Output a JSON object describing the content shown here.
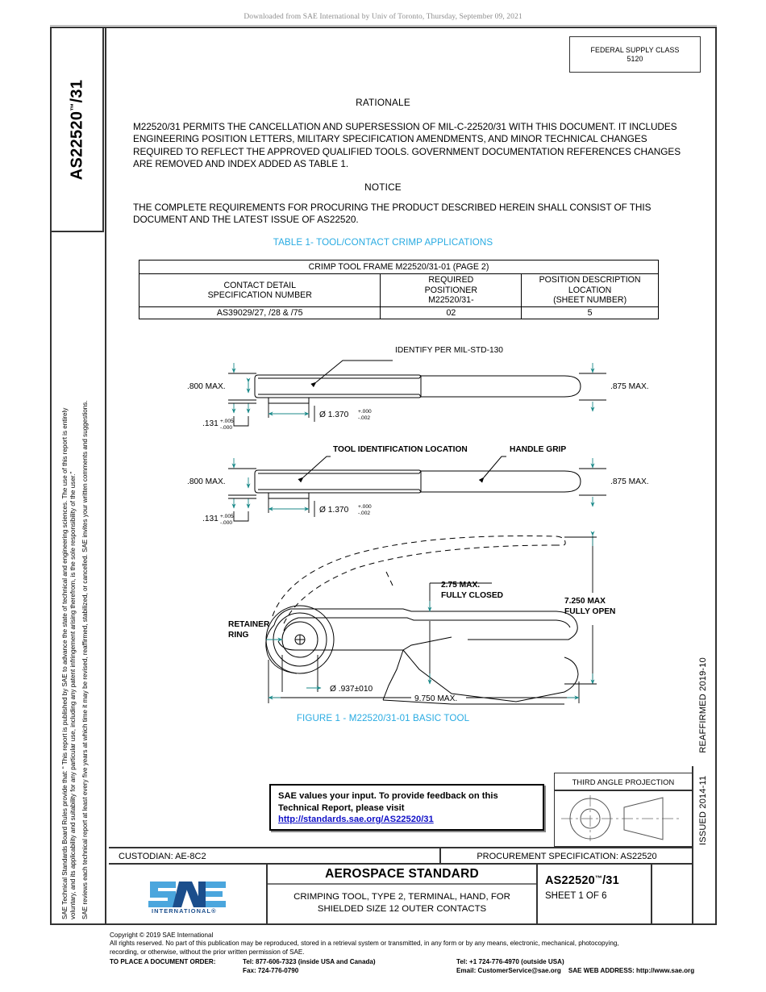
{
  "banner": {
    "text": "Downloaded from SAE International by Univ of Toronto, Thursday, September 09, 2021"
  },
  "sidebar": {
    "doc_code": "AS22520",
    "doc_tm": "™",
    "doc_suffix": "/31",
    "legal_line_1": "SAE Technical Standards Board Rules provide that: “ This report is published by SAE to advance the state of technical and engineering sciences. The use of this report is entirely",
    "legal_line_2": "voluntary, and its applicability and suitability for any particular use, including any patent infringement arising therefrom, is the sole responsibility of the user.”",
    "legal_line_3": "SAE reviews each technical report at least every five years at which time it may be revised, reaffirmed, stabilized, or cancelled. SAE invites your written comments and suggestions."
  },
  "right_rail": {
    "issued": "ISSUED 2014-11",
    "reaffirmed": "REAFFIRMED 2019-10"
  },
  "fsc": {
    "label": "FEDERAL SUPPLY CLASS",
    "value": "5120"
  },
  "body": {
    "rationale_heading": "RATIONALE",
    "rationale_text": "M22520/31 PERMITS THE CANCELLATION AND SUPERSESSION OF MIL-C-22520/31 WITH THIS DOCUMENT. IT INCLUDES ENGINEERING POSITION LETTERS, MILITARY SPECIFICATION AMENDMENTS, AND MINOR TECHNICAL CHANGES REQUIRED TO REFLECT THE APPROVED QUALIFIED TOOLS. GOVERNMENT DOCUMENTATION REFERENCES CHANGES ARE REMOVED AND INDEX ADDED AS TABLE 1.",
    "notice_heading": "NOTICE",
    "notice_text": "THE COMPLETE REQUIREMENTS FOR PROCURING THE PRODUCT DESCRIBED HEREIN SHALL CONSIST OF THIS DOCUMENT AND THE LATEST ISSUE OF AS22520."
  },
  "table": {
    "caption": "TABLE 1- TOOL/CONTACT CRIMP APPLICATIONS",
    "span_header": "CRIMP TOOL FRAME M22520/31-01 (PAGE 2)",
    "headers": [
      "CONTACT DETAIL\nSPECIFICATION NUMBER",
      "REQUIRED\nPOSITIONER\nM22520/31-",
      "POSITION DESCRIPTION\nLOCATION\n(SHEET NUMBER)"
    ],
    "header_c1_l1": "CONTACT DETAIL",
    "header_c1_l2": "SPECIFICATION NUMBER",
    "header_c2_l1": "REQUIRED",
    "header_c2_l2": "POSITIONER",
    "header_c2_l3": "M22520/31-",
    "header_c3_l1": "POSITION DESCRIPTION",
    "header_c3_l2": "LOCATION",
    "header_c3_l3": "(SHEET NUMBER)",
    "rows": [
      {
        "contact": "AS39029/27, /28 & /75",
        "positioner": "02",
        "location": "5"
      }
    ]
  },
  "figure": {
    "caption": "FIGURE 1 - M22520/31-01 BASIC TOOL",
    "accent_color": "#29ABE2",
    "view1": {
      "callout": "IDENTIFY PER MIL-STD-130",
      "dim_left": ".800 MAX.",
      "dim_right": ".875 MAX.",
      "dim_bottom": ".131",
      "dim_bottom_up": "+.005",
      "dim_bottom_dn": "-.000",
      "dim_dia": "Ø 1.370",
      "dim_dia_up": "+.000",
      "dim_dia_dn": "-.002"
    },
    "view2": {
      "callout_a": "TOOL IDENTIFICATION LOCATION",
      "callout_b": "HANDLE GRIP",
      "dim_left": ".800 MAX.",
      "dim_right": ".875 MAX.",
      "dim_bottom": ".131",
      "dim_bottom_up": "+.005",
      "dim_bottom_dn": "-.000",
      "dim_dia": "Ø 1.370",
      "dim_dia_up": "+.000",
      "dim_dia_dn": "-.002"
    },
    "view3": {
      "label_retainer_1": "RETAINER",
      "label_retainer_2": "RING",
      "dim_closed_1": "2.75 MAX.",
      "dim_closed_2": "FULLY CLOSED",
      "dim_open_1": "7.250 MAX",
      "dim_open_2": "FULLY OPEN",
      "dim_pivot": "Ø .937±010",
      "dim_length": "9.750 MAX."
    }
  },
  "feedback": {
    "line1": "SAE values your input. To provide feedback on this",
    "line2": "Technical Report, please visit",
    "link": "http://standards.sae.org/AS22520/31"
  },
  "projection": {
    "label": "THIRD ANGLE PROJECTION"
  },
  "custodian": {
    "left": "CUSTODIAN: AE-8C2",
    "right": "PROCUREMENT SPECIFICATION: AS22520"
  },
  "title_block": {
    "logo_main": "SAE",
    "logo_sub": "INTERNATIONAL®",
    "standard_type": "AEROSPACE STANDARD",
    "description_l1": "CRIMPING TOOL, TYPE 2, TERMINAL, HAND, FOR",
    "description_l2": "SHIELDED SIZE 12 OUTER CONTACTS",
    "doc_number": "AS22520",
    "doc_number_tm": "™",
    "doc_number_suffix": "/31",
    "sheet": "SHEET 1 OF 6"
  },
  "footer": {
    "copyright": "Copyright © 2019 SAE International",
    "rights_l1": "All rights reserved. No part of this publication may be reproduced, stored in a retrieval system or transmitted, in any form or by any means, electronic, mechanical, photocopying,",
    "rights_l2": "recording, or otherwise, without the prior written permission of SAE.",
    "order_label": "TO PLACE A DOCUMENT ORDER:",
    "tel_usa": "Tel: 877-606-7323 (inside USA and Canada)",
    "fax": "Fax: 724-776-0790",
    "tel_intl": "Tel: +1 724-776-4970 (outside USA)",
    "email": "Email: CustomerService@sae.org",
    "web": "SAE WEB ADDRESS: http://www.sae.org"
  },
  "colors": {
    "accent_cyan": "#29ABE2",
    "link_blue": "#1010C8",
    "logo_light": "#4BA6DD",
    "logo_dark": "#1B4E8C",
    "teal_arrow": "#1C8A8A"
  }
}
